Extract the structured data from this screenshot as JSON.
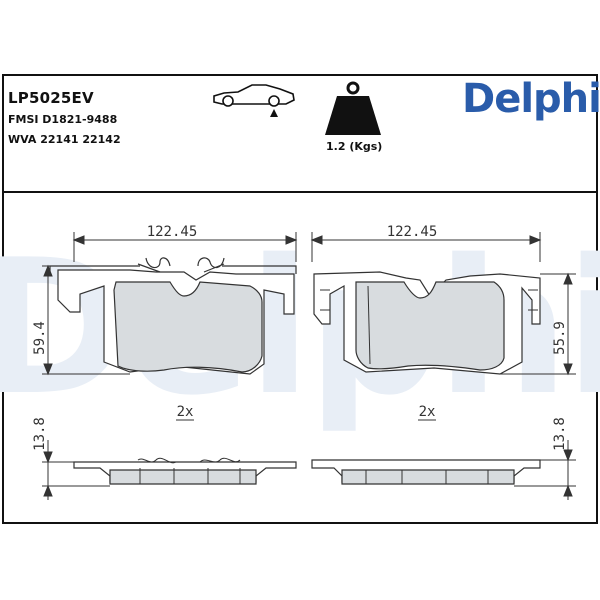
{
  "header": {
    "part_number": "LP5025EV",
    "fmsi": "FMSI D1821-9488",
    "wva": "WVA 22141 22142",
    "weight": "1.2 (Kgs)",
    "brand": "Delphi",
    "watermark": "Delphi"
  },
  "icons": {
    "car": "car-rear-axle-icon",
    "weight": "weight-icon"
  },
  "colors": {
    "brand": "#2a5caa",
    "watermark": "#e8eef6",
    "friction": "#d8dcdf",
    "outline": "#333333"
  },
  "drawing": {
    "left_pad": {
      "width": "122.45",
      "height": "59.4",
      "quantity": "2x",
      "thickness": "13.8"
    },
    "right_pad": {
      "width": "122.45",
      "height": "55.9",
      "quantity": "2x",
      "thickness": "13.8"
    }
  }
}
